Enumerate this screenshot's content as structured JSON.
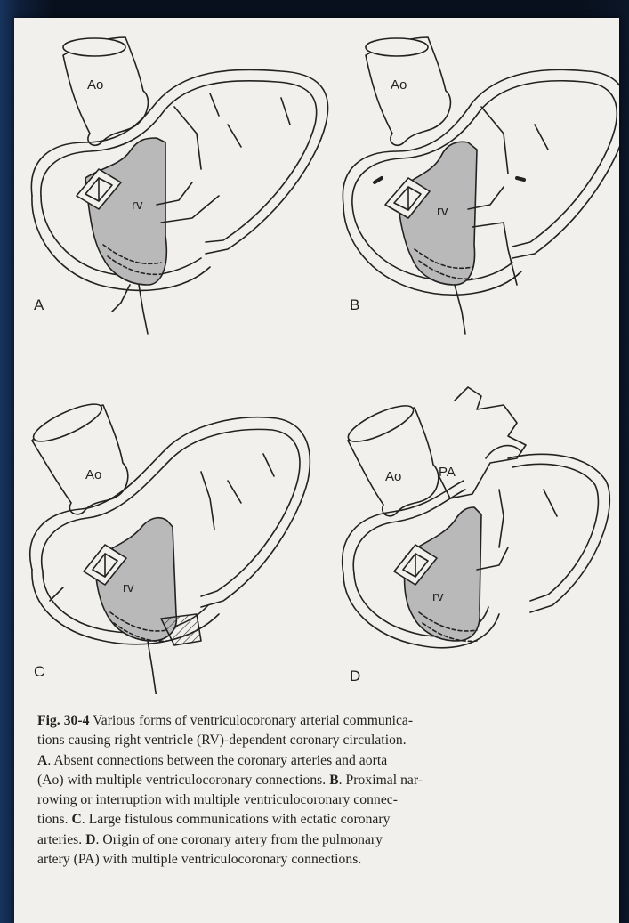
{
  "figure": {
    "panels": [
      {
        "letter": "A",
        "ao_label": "Ao",
        "rv_label": "rv"
      },
      {
        "letter": "B",
        "ao_label": "Ao",
        "rv_label": "rv"
      },
      {
        "letter": "C",
        "ao_label": "Ao",
        "rv_label": "rv"
      },
      {
        "letter": "D",
        "ao_label": "Ao",
        "rv_label": "rv",
        "pa_label": "PA"
      }
    ]
  },
  "caption": {
    "fig_label": "Fig. 30-4",
    "lines": [
      {
        "lead": "",
        "text": " Various forms of ventriculocoronary arterial communica-"
      },
      {
        "lead": "",
        "text": "tions causing right ventricle (RV)-dependent coronary circulation."
      },
      {
        "lead": "A",
        "text": ". Absent connections between the coronary arteries and aorta"
      },
      {
        "lead": "",
        "text": "(Ao) with multiple ventriculocoronary connections. "
      },
      {
        "lead": "",
        "text": "rowing or interruption with multiple ventriculocoronary connec-"
      },
      {
        "lead": "",
        "text": "tions. "
      },
      {
        "lead": "",
        "text": "arteries. "
      },
      {
        "lead": "",
        "text": "artery (PA) with multiple ventriculocoronary connections."
      }
    ],
    "b_label": "B",
    "b_text": ". Proximal nar-",
    "c_label": "C",
    "c_text": ". Large fistulous communications with ectatic coronary",
    "d_label": "D",
    "d_text": ". Origin of one coronary artery from the pulmonary"
  },
  "colors": {
    "page": "#f1f0ec",
    "ink": "#222222",
    "ventricle_fill": "#b9b9b9",
    "frame": "#0d1a2e"
  }
}
